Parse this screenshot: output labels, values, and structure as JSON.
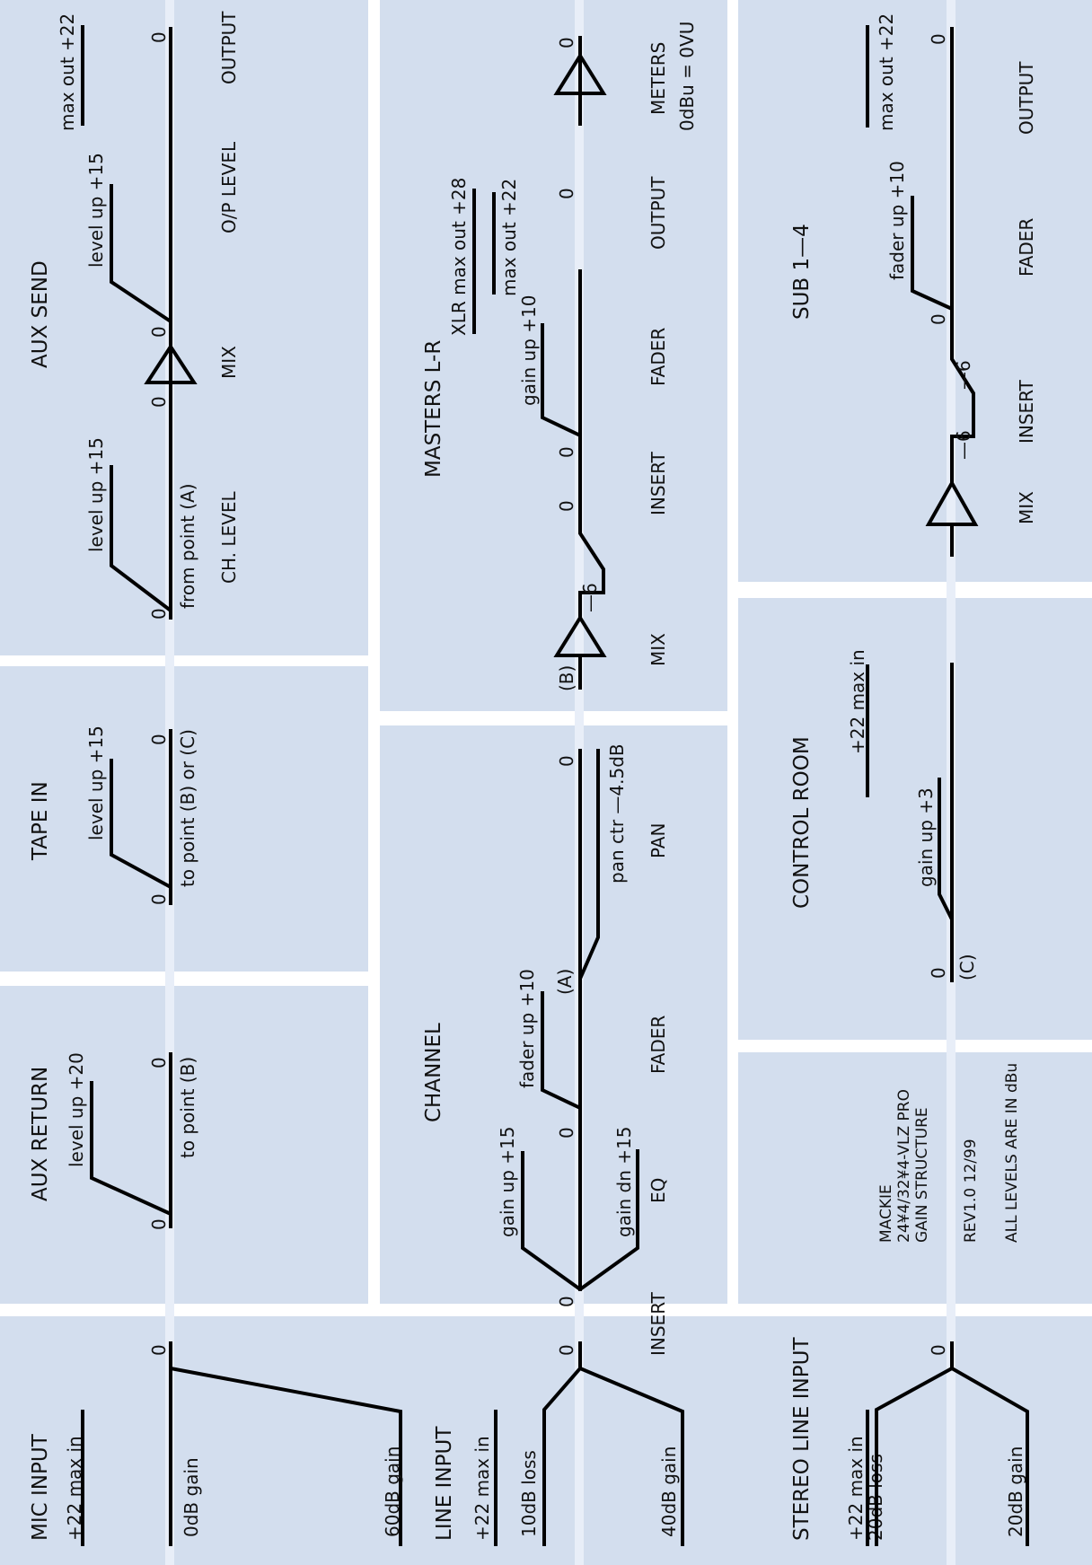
{
  "sections": {
    "mic_input": {
      "title": "MIC INPUT",
      "max": "+22 max in",
      "zero": "0",
      "min_gain": "0dB gain",
      "max_gain": "60dB gain"
    },
    "line_input": {
      "title": "LINE INPUT",
      "max": "+22 max in",
      "zero": "0",
      "loss": "10dB loss",
      "gain": "40dB gain"
    },
    "stereo_line_input": {
      "title": "STEREO LINE INPUT",
      "max": "+22 max in",
      "zero": "0",
      "loss": "20dB loss",
      "gain": "20dB gain"
    },
    "aux_return": {
      "title": "AUX RETURN",
      "level": "level up +20",
      "dest": "to point (B)",
      "zero_a": "0",
      "zero_b": "0"
    },
    "tape_in": {
      "title": "TAPE IN",
      "level": "level up +15",
      "dest": "to point (B) or (C)",
      "zero_a": "0",
      "zero_b": "0"
    },
    "aux_send": {
      "title": "AUX SEND",
      "level_1": "level up +15",
      "level_2": "level up +15",
      "max": "max out +22",
      "from": "from point (A)",
      "zeros": [
        "0",
        "0",
        "0",
        "0"
      ],
      "stage_labels": [
        "CH. LEVEL",
        "MIX",
        "O/P LEVEL",
        "OUTPUT"
      ]
    },
    "channel": {
      "title": "CHANNEL",
      "gain_up": "gain up +15",
      "gain_dn": "gain dn +15",
      "fader": "fader up +10",
      "point": "(A)",
      "pan": "pan ctr —4.5dB",
      "zeros": [
        "0",
        "0",
        "0",
        "0"
      ],
      "stage_labels": [
        "INSERT",
        "EQ",
        "FADER",
        "PAN"
      ]
    },
    "masters_lr": {
      "title": "MASTERS L-R",
      "point": "(B)",
      "minus6": "—6",
      "gain": "gain up +10",
      "xlr": "XLR max out +28",
      "max": "max out +22",
      "meter_ref": "0dBu = 0VU",
      "zeros": [
        "0",
        "0",
        "0",
        "0"
      ],
      "stage_labels": [
        "MIX",
        "INSERT",
        "FADER",
        "OUTPUT",
        "METERS"
      ]
    },
    "control_room": {
      "title": "CONTROL ROOM",
      "zero": "0",
      "point": "(C)",
      "gain": "gain up +3",
      "max": "+22 max in"
    },
    "sub_1_4": {
      "title": "SUB 1—4",
      "minus6_a": "—6",
      "minus6_b": "—6",
      "zero_a": "0",
      "zero_b": "0",
      "fader": "fader up +10",
      "max": "max out +22",
      "stage_labels": [
        "MIX",
        "INSERT",
        "FADER",
        "OUTPUT"
      ]
    },
    "info": {
      "line1": "MACKIE",
      "line2": "24¥4/32¥4-VLZ PRO",
      "line3": "GAIN STRUCTURE",
      "rev": "REV1.0 12/99",
      "units": "ALL LEVELS ARE IN dBu"
    }
  }
}
